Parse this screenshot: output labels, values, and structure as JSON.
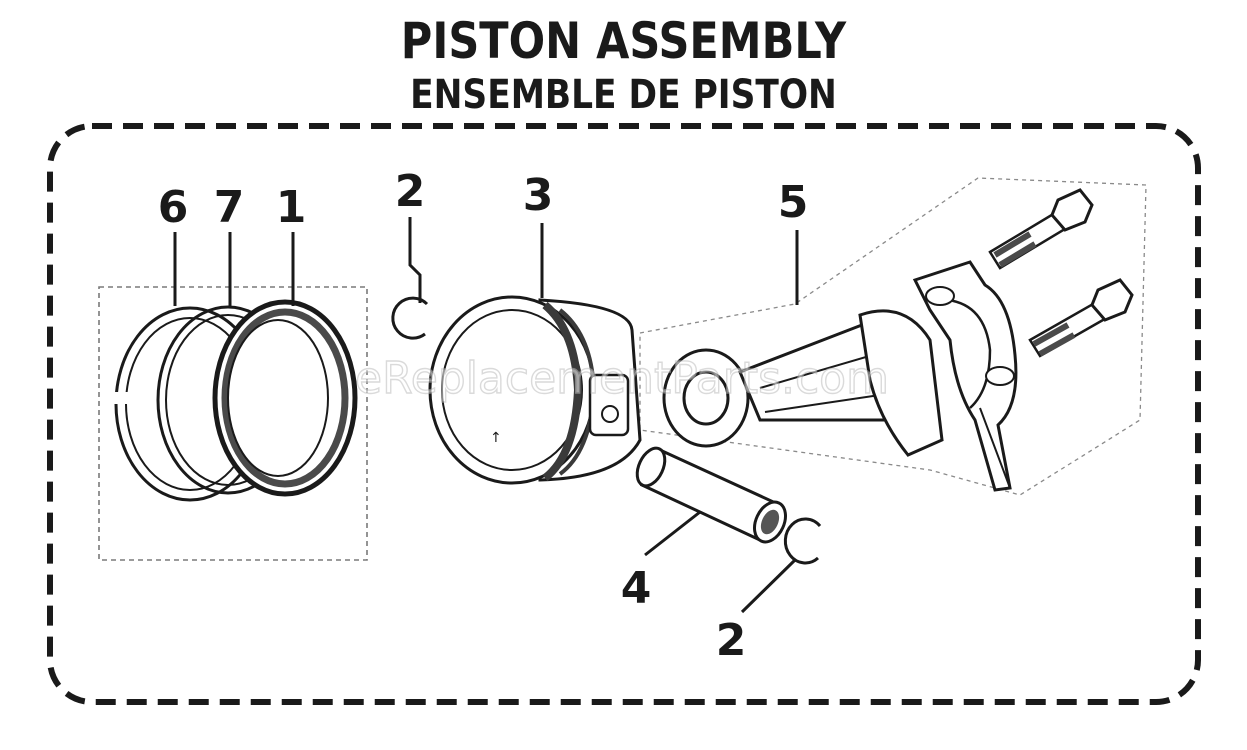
{
  "title": "PISTON ASSEMBLY",
  "subtitle": "ENSEMBLE DE PISTON",
  "watermark": "eReplacementParts.com",
  "callouts": {
    "ring_6": "6",
    "ring_7": "7",
    "ring_1": "1",
    "clip_top": "2",
    "piston": "3",
    "connecting_rod": "5",
    "pin": "4",
    "clip_bottom": "2"
  },
  "colors": {
    "ink": "#1a1a1a",
    "shade": "#8a8a8a",
    "light": "#d9d9d9"
  }
}
